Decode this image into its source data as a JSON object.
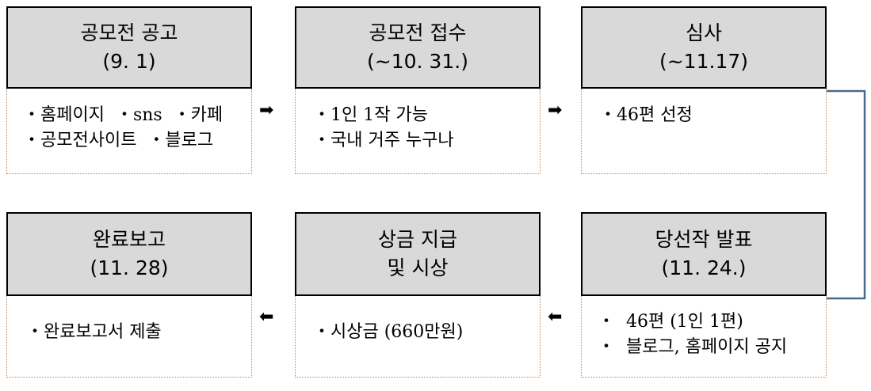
{
  "steps": [
    {
      "title": "공모전 공고",
      "date": "(9. 1)",
      "lines": [
        "・홈페이지  ・sns  ・카페",
        "・공모전사이트  ・블로그"
      ]
    },
    {
      "title": "공모전 접수",
      "date": "(~10. 31.)",
      "lines": [
        "・1인 1작 가능",
        "・국내 거주 누구나"
      ]
    },
    {
      "title": "심사",
      "date": "(~11.17)",
      "lines": [
        "・46편 선정"
      ]
    },
    {
      "title": "당선작 발표",
      "date": "(11. 24.)",
      "lines": [
        "・  46편 (1인 1편)",
        "・  블로그, 홈페이지 공지"
      ]
    },
    {
      "title": "상금 지급",
      "date": "및 시상",
      "lines": [
        "・시상금 (660만원)"
      ]
    },
    {
      "title": "완료보고",
      "date": "(11. 28)",
      "lines": [
        "・완료보고서 제출"
      ]
    }
  ],
  "arrows": {
    "right": "➡",
    "left": "⬅"
  },
  "colors": {
    "header_fill": "#d9d9d9",
    "body_border": "#c4865a",
    "connector": "#4a6a8c"
  }
}
